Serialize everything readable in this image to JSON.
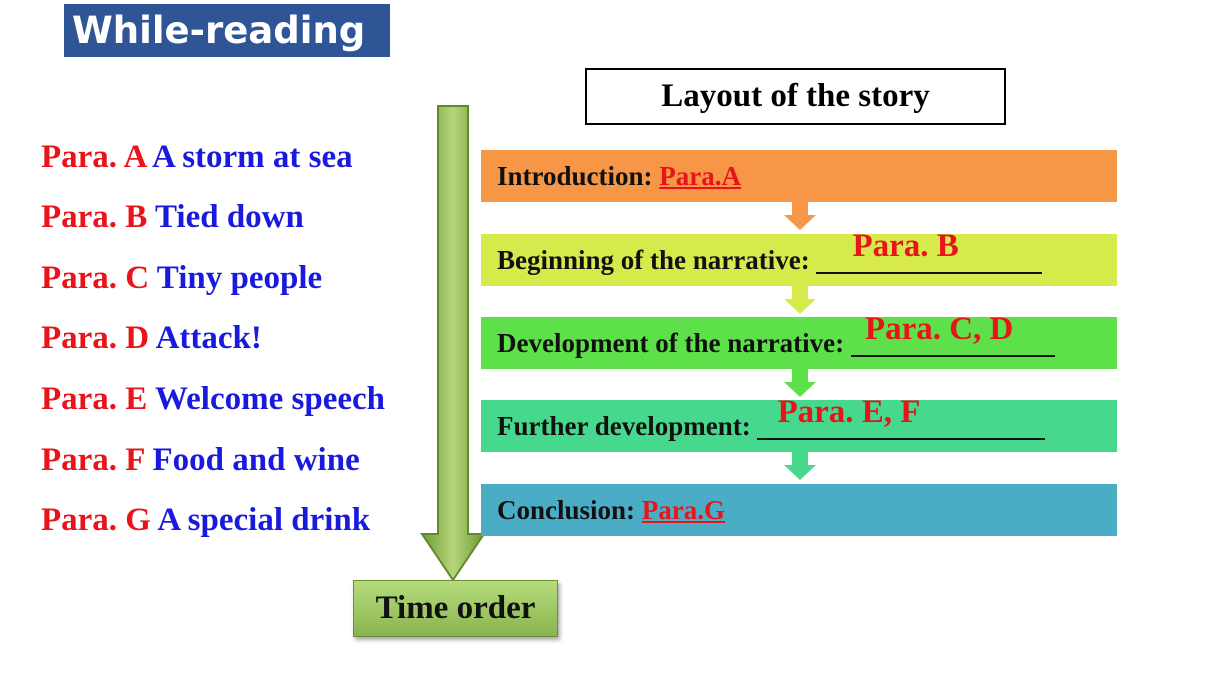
{
  "title": "While-reading",
  "paragraphs": [
    {
      "label": "Para. A",
      "text": "A storm at sea"
    },
    {
      "label": "Para. B",
      "text": "Tied down"
    },
    {
      "label": "Para. C",
      "text": "Tiny people"
    },
    {
      "label": "Para. D",
      "text": "Attack!"
    },
    {
      "label": "Para. E",
      "text": "Welcome speech"
    },
    {
      "label": "Para. F",
      "text": "Food and wine"
    },
    {
      "label": "Para. G",
      "text": "A special drink"
    }
  ],
  "time_order": "Time order",
  "layout_title": "Layout of the story",
  "stages": [
    {
      "label": "Introduction:",
      "answer": "Para.A",
      "color": "#f79646"
    },
    {
      "label": "Beginning of the narrative:",
      "answer": "Para. B",
      "color": "#d7ea4b"
    },
    {
      "label": "Development of the narrative:",
      "answer": "Para. C, D",
      "color": "#5ee04a"
    },
    {
      "label": "Further development:",
      "answer": "Para. E, F",
      "color": "#46d98e"
    },
    {
      "label": "Conclusion:",
      "answer": "Para.G",
      "color": "#4bacc6"
    }
  ],
  "colors": {
    "title_bg": "#2f5597",
    "para_label": "#e8141a",
    "para_text": "#1a1adf",
    "arrow_green": "#8ab44f"
  }
}
